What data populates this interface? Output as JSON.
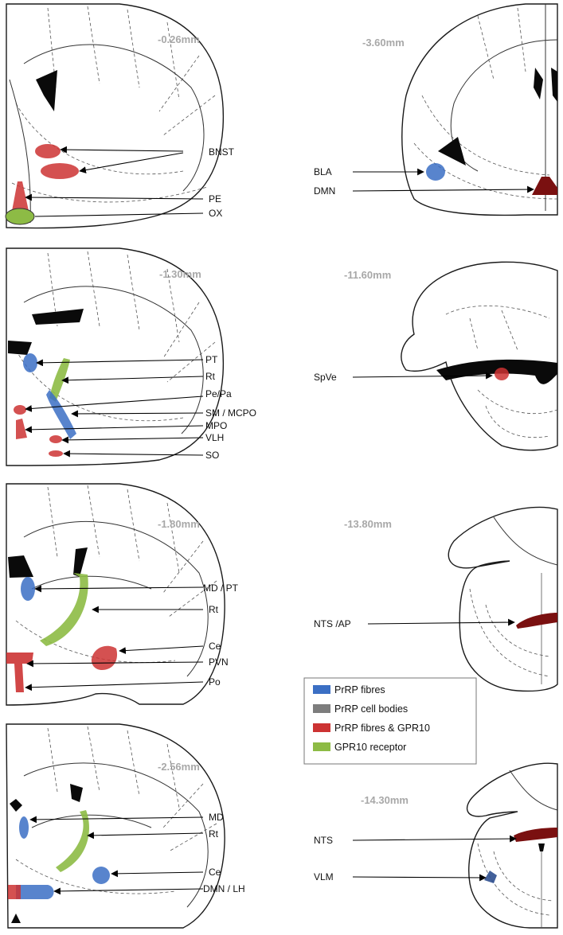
{
  "colors": {
    "prrp_fibres": "#3b6fc4",
    "prrp_cell_bodies": "#7d7d7d",
    "prrp_fibres_gpr10": "#cc3333",
    "gpr10_receptor": "#8dbb45",
    "dark_red": "#7a1010"
  },
  "sections": {
    "s1": {
      "coord": "-0.26mm",
      "labels": [
        "BNST",
        "PE",
        "OX"
      ]
    },
    "s2": {
      "coord": "-1.30mm",
      "labels": [
        "PT",
        "Rt",
        "Pe/Pa",
        "SM / MCPO",
        "MPO",
        "VLH",
        "SO"
      ]
    },
    "s3": {
      "coord": "-1.80mm",
      "labels": [
        "MD / PT",
        "Rt",
        "Ce",
        "PVN",
        "Po"
      ]
    },
    "s4": {
      "coord": "-2.56mm",
      "labels": [
        "MD",
        "Rt",
        "Ce",
        "DMN / LH"
      ]
    },
    "s5": {
      "coord": "-3.60mm",
      "labels": [
        "BLA",
        "DMN"
      ]
    },
    "s6": {
      "coord": "-11.60mm",
      "labels": [
        "SpVe"
      ]
    },
    "s7": {
      "coord": "-13.80mm",
      "labels": [
        "NTS /AP"
      ]
    },
    "s8": {
      "coord": "-14.30mm",
      "labels": [
        "NTS",
        "VLM"
      ]
    }
  },
  "legend": {
    "items": [
      "PrRP fibres",
      "PrRP cell bodies",
      "PrRP fibres & GPR10",
      "GPR10 receptor"
    ]
  }
}
